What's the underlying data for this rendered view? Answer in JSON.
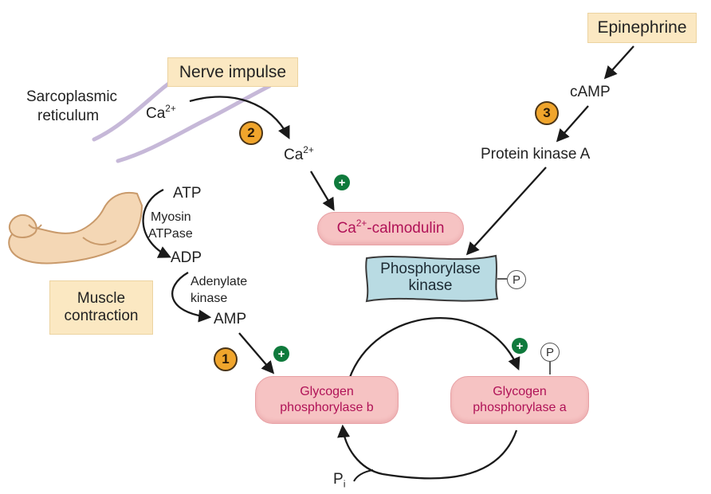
{
  "labels": {
    "epinephrine": "Epinephrine",
    "nerve_impulse": "Nerve impulse",
    "sarcoplasmic": "Sarcoplasmic",
    "reticulum": "reticulum",
    "ca_base": "Ca",
    "ca_charge": "2+",
    "camp": "cAMP",
    "protein_kinase_a": "Protein kinase A",
    "calmodulin_suffix": "-calmodulin",
    "phosphorylase_line1": "Phosphorylase",
    "phosphorylase_line2": "kinase",
    "phospho_symbol": "P",
    "atp": "ATP",
    "myosin": "Myosin",
    "atpase": "ATPase",
    "adp": "ADP",
    "adenylate": "Adenylate",
    "kinase": "kinase",
    "amp": "AMP",
    "muscle_line1": "Muscle",
    "muscle_line2": "contraction",
    "gp_b_line1": "Glycogen",
    "gp_b_line2": "phosphorylase b",
    "gp_a_line1": "Glycogen",
    "gp_a_line2": "phosphorylase a",
    "pi_base": "P",
    "pi_sub": "i"
  },
  "steps": [
    "1",
    "2",
    "3"
  ],
  "activator_symbol": "+",
  "colors": {
    "tan_box": "#fbe8c2",
    "pink_box": "#f6c3c3",
    "pink_text": "#b01257",
    "number_badge": "#f0a52c",
    "activator": "#0f7a3c",
    "kinase_box": "#b9dbe3",
    "reticulum": "#c6b8d8",
    "arm": "#f4d7b5"
  }
}
